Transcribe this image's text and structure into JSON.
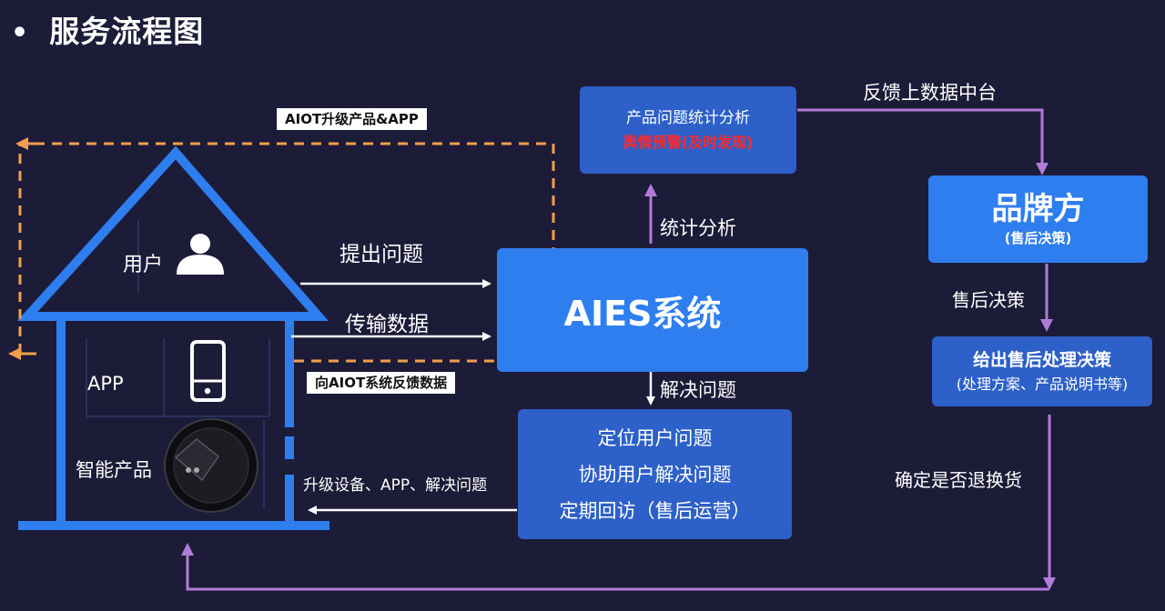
{
  "title": "服务流程图",
  "bullet": "•",
  "colors": {
    "background": "#1c1b38",
    "house": "#2f7ef0",
    "box_dark": "#2d60c8",
    "box_light": "#2f7ef0",
    "dashed_arrow": "#f0a04b",
    "purple_arrow": "#b07cd8",
    "alert_text": "#ff2a2a"
  },
  "house": {
    "user_label": "用户",
    "app_label": "APP",
    "product_label": "智能产品",
    "icons": [
      "user-icon",
      "phone-icon",
      "robot-vacuum-icon"
    ]
  },
  "aies_box": {
    "title": "AIES系统"
  },
  "stats_box": {
    "line1": "产品问题统计分析",
    "line2": "舆情预警(及时发现)"
  },
  "brand_box": {
    "title": "品牌方",
    "subtitle": "(售后决策)"
  },
  "decision_box": {
    "title": "给出售后处理决策",
    "subtitle": "(处理方案、产品说明书等)"
  },
  "solve_box": {
    "line1": "定位用户问题",
    "line2": "协助用户解决问题",
    "line3": "定期回访（售后运营）"
  },
  "arrow_labels": {
    "raise_issue": "提出问题",
    "transmit_data": "传输数据",
    "stats_analysis": "统计分析",
    "solve_issue": "解决问题",
    "feedback_platform": "反馈上数据中台",
    "aftersale_decision": "售后决策",
    "confirm_return": "确定是否退换货",
    "upgrade_device": "升级设备、APP、解决问题"
  },
  "tags": {
    "aiot_upgrade": "AIOT升级产品&APP",
    "aiot_feedback": "向AIOT系统反馈数据"
  }
}
